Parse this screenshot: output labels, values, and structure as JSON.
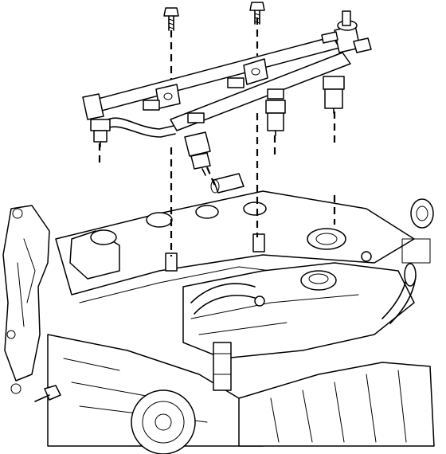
{
  "figure": {
    "description_visible_text": "",
    "colors": {
      "ink": "#000000",
      "paper": "#ffffff"
    },
    "parts": [
      "fuel-rail",
      "fuel-injector",
      "rail-mounting-bolt",
      "fuel-pressure-regulator",
      "intake-manifold",
      "cylinder-head",
      "engine-block"
    ]
  }
}
